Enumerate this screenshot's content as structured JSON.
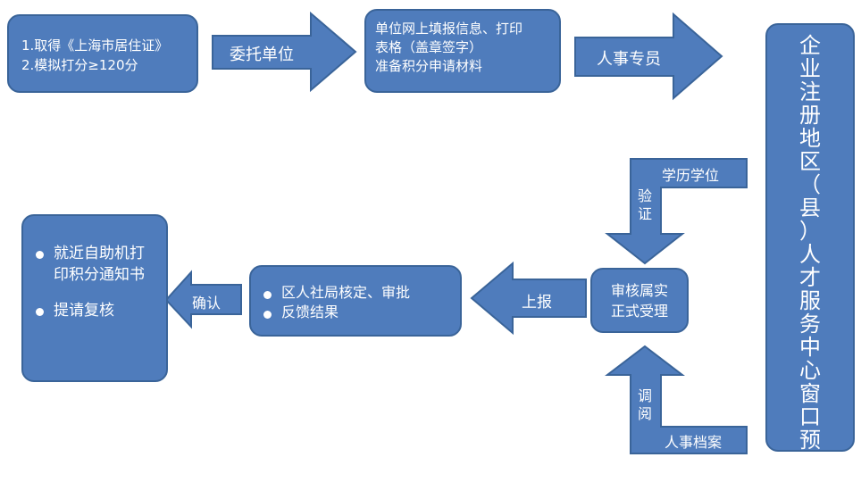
{
  "colors": {
    "fill": "#4f7cbc",
    "stroke": "#3a6499",
    "text": "#ffffff",
    "background": "#ffffff"
  },
  "nodes": {
    "start": {
      "lines": [
        "1.取得《上海市居住证》",
        "2.模拟打分≥120分"
      ]
    },
    "fill_info": {
      "lines": [
        "单位网上填报信息、打印",
        "表格（盖章签字）",
        "准备积分申请材料"
      ]
    },
    "center": {
      "text": "企业注册地区（县）人才服务中心窗口预受理"
    },
    "review": {
      "lines": [
        "审核属实",
        "正式受理"
      ]
    },
    "district": {
      "items": [
        "区人社局核定、审批",
        "反馈结果"
      ]
    },
    "final": {
      "items": [
        "就近自助机打印积分通知书",
        "提请复核"
      ]
    }
  },
  "arrows": {
    "entrust": "委托单位",
    "hr_specialist": "人事专员",
    "degree": "学历学位",
    "verify": "验证",
    "submit": "上报",
    "confirm": "确认",
    "hr_archive": "人事档案",
    "consult": "调阅"
  }
}
